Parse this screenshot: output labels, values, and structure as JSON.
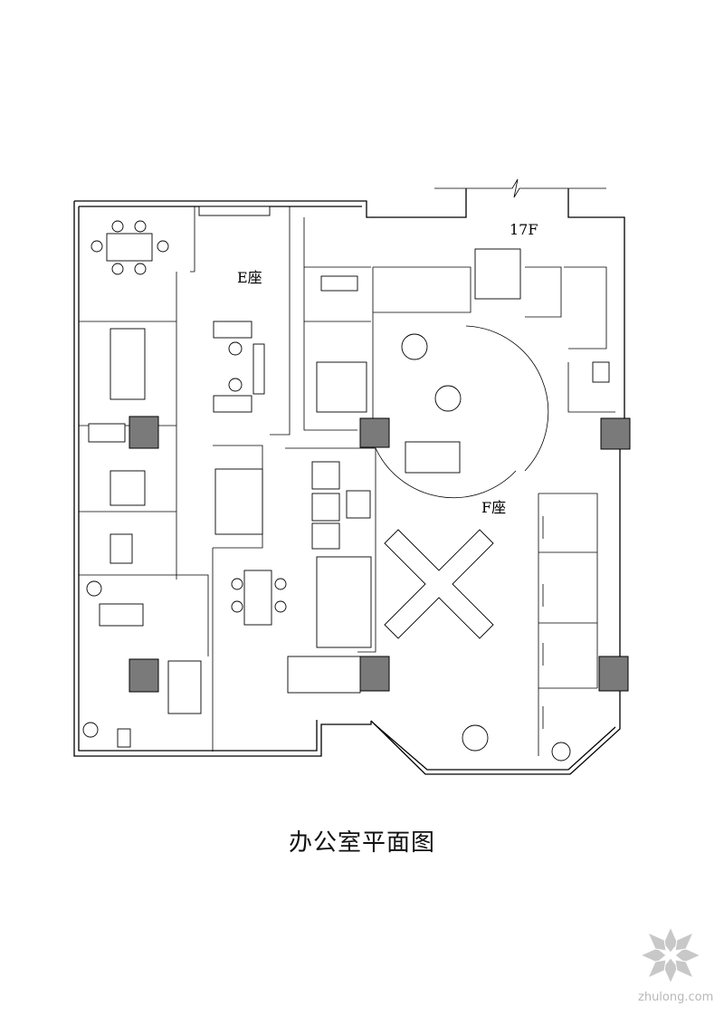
{
  "plan": {
    "label_e": "E座",
    "label_f": "F座",
    "label_floor": "17F"
  },
  "caption": "办公室平面图",
  "watermark": {
    "text": "zhulong.com",
    "logo_icon": "zhulong-flower-logo"
  },
  "colors": {
    "line": "#000000",
    "column_fill": "#7a7a7a",
    "watermark": "#b8b8b8"
  }
}
